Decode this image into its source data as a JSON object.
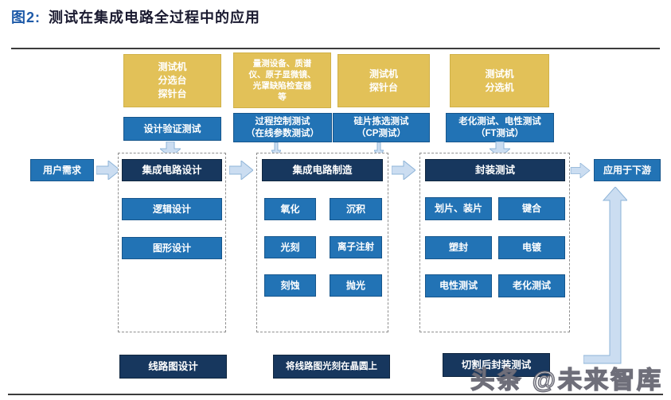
{
  "title": {
    "prefix": "图2:",
    "text": "测试在集成电路全过程中的应用"
  },
  "colors": {
    "title_blue": "#1E5AA8",
    "gold_box": "#E2C158",
    "medium_blue_box": "#2273B5",
    "navy_box": "#17375E",
    "arrow_fill": "#CBDDF1"
  },
  "equipment_boxes": [
    {
      "lines": [
        "测试机",
        "分选台",
        "探针台"
      ]
    },
    {
      "lines": [
        "量测设备、质谱",
        "仪、原子显微镜、",
        "光罩缺陷检查器",
        "等"
      ]
    },
    {
      "lines": [
        "测试机",
        "探针台"
      ]
    },
    {
      "lines": [
        "测试机",
        "分选机"
      ]
    }
  ],
  "test_labels": [
    {
      "lines": [
        "设计验证测试"
      ]
    },
    {
      "lines": [
        "过程控制测试",
        "（在线参数测试）"
      ]
    },
    {
      "lines": [
        "硅片拣选测试",
        "（CP测试）"
      ]
    },
    {
      "lines": [
        "老化测试、电性测试",
        "（FT测试）"
      ]
    }
  ],
  "flow": {
    "start": "用户需求",
    "end": "应用于下游",
    "stages": [
      {
        "header": "集成电路设计",
        "items": [
          "逻辑设计",
          "图形设计"
        ],
        "note": "线路图设计"
      },
      {
        "header": "集成电路制造",
        "items": [
          "氧化",
          "沉积",
          "光刻",
          "离子注射",
          "刻蚀",
          "抛光"
        ],
        "note": "将线路图光刻在晶圆上"
      },
      {
        "header": "封装测试",
        "items": [
          "划片、装片",
          "键合",
          "塑封",
          "电镀",
          "电性测试",
          "老化测试"
        ],
        "note": "切割后封装测试"
      }
    ]
  },
  "watermark": "头条 @未来智库"
}
